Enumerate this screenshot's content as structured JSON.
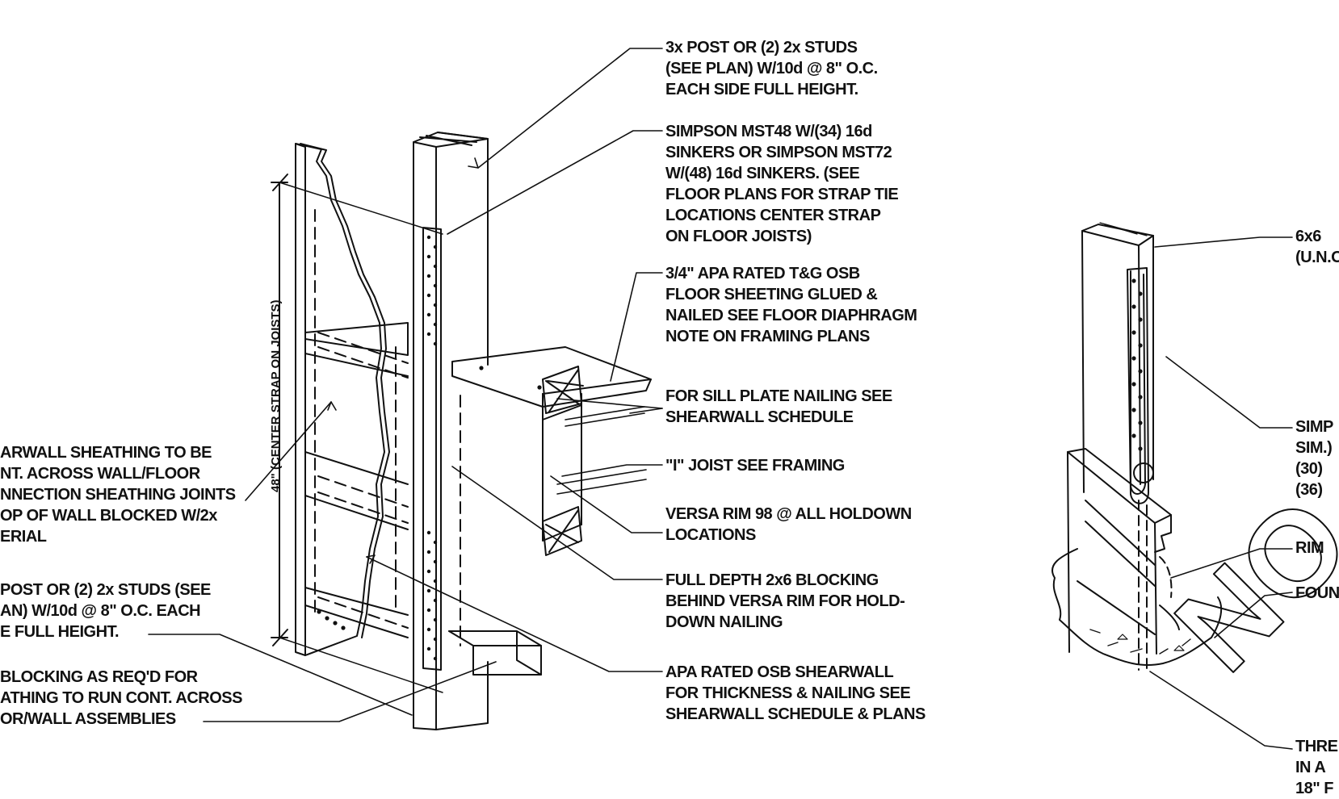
{
  "colors": {
    "ink": "#111111",
    "paper": "#ffffff"
  },
  "left_detail": {
    "dimension_label": "48\" (CENTER STRAP ON JOISTS)",
    "callouts": [
      {
        "id": "post-studs",
        "lines": [
          "3x POST OR (2) 2x STUDS",
          "(SEE PLAN) W/10d @ 8\" O.C.",
          "EACH SIDE FULL HEIGHT."
        ]
      },
      {
        "id": "strap",
        "lines": [
          "SIMPSON MST48 W/(34) 16d",
          "SINKERS OR SIMPSON MST72",
          "W/(48) 16d SINKERS. (SEE",
          "FLOOR PLANS FOR STRAP TIE",
          "LOCATIONS CENTER STRAP",
          "ON FLOOR JOISTS)"
        ]
      },
      {
        "id": "floor-sheathing",
        "lines": [
          "3/4\" APA RATED T&G OSB",
          "FLOOR SHEETING GLUED &",
          "NAILED SEE FLOOR DIAPHRAGM",
          "NOTE ON FRAMING PLANS"
        ]
      },
      {
        "id": "sill-plate",
        "lines": [
          "FOR SILL PLATE NAILING SEE",
          "SHEARWALL SCHEDULE"
        ]
      },
      {
        "id": "i-joist",
        "lines": [
          "\"I\" JOIST SEE FRAMING"
        ]
      },
      {
        "id": "versa-rim",
        "lines": [
          "VERSA RIM 98 @ ALL HOLDOWN",
          "LOCATIONS"
        ]
      },
      {
        "id": "blocking-2x6",
        "lines": [
          "FULL DEPTH 2x6 BLOCKING",
          "BEHIND VERSA RIM FOR HOLD-",
          "DOWN NAILING"
        ]
      },
      {
        "id": "osb-shearwall",
        "lines": [
          "APA RATED OSB SHEARWALL",
          "FOR THICKNESS & NAILING SEE",
          "SHEARWALL SCHEDULE & PLANS"
        ]
      },
      {
        "id": "sheathing-cont",
        "lines": [
          "ARWALL SHEATHING TO BE",
          "NT. ACROSS WALL/FLOOR",
          "NNECTION SHEATHING JOINTS",
          "OP OF WALL BLOCKED W/2x",
          "ERIAL"
        ]
      },
      {
        "id": "post-left",
        "lines": [
          "POST OR (2) 2x STUDS (SEE",
          "AN) W/10d @ 8\" O.C. EACH",
          "E FULL HEIGHT."
        ]
      },
      {
        "id": "blocking-req",
        "lines": [
          "BLOCKING AS REQ'D FOR",
          "ATHING TO RUN CONT. ACROSS",
          "OR/WALL ASSEMBLIES"
        ]
      }
    ]
  },
  "right_detail": {
    "callouts": [
      {
        "id": "post-6x6",
        "lines": [
          "6x6",
          "(U.N.O"
        ]
      },
      {
        "id": "simpson-right",
        "lines": [
          "SIMP",
          "SIM.)",
          "(30)",
          "(36)"
        ]
      },
      {
        "id": "rim-right",
        "lines": [
          "RIM"
        ]
      },
      {
        "id": "foundation-right",
        "lines": [
          "FOUN"
        ]
      },
      {
        "id": "thread-right",
        "lines": [
          "THRE",
          "IN A",
          "18\" F"
        ]
      }
    ],
    "watermark": "NO"
  }
}
